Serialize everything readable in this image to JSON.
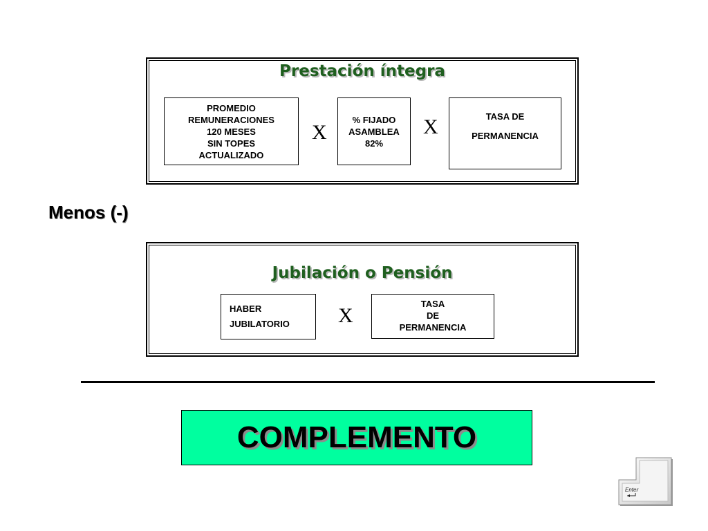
{
  "prestacion": {
    "title": "Prestación íntegra",
    "promedio": [
      "PROMEDIO",
      "REMUNERACIONES",
      "120 MESES",
      "SIN TOPES",
      "ACTUALIZADO"
    ],
    "fijado": [
      "% FIJADO",
      "ASAMBLEA",
      "82%"
    ],
    "tasa": [
      "TASA DE",
      "PERMANENCIA"
    ],
    "operator_1": "X",
    "operator_2": "X"
  },
  "menos": "Menos (-)",
  "jubilacion": {
    "title": "Jubilación o Pensión",
    "haber": [
      "HABER",
      "JUBILATORIO"
    ],
    "tasa": [
      "TASA",
      "DE",
      "PERMANENCIA"
    ],
    "operator": "X"
  },
  "complemento": "COMPLEMENTO",
  "enter_key": {
    "label": "Enter",
    "icon": "enter-key-icon"
  },
  "colors": {
    "title_green": "#1f5f1f",
    "complement_bg": "#00ff9f"
  }
}
